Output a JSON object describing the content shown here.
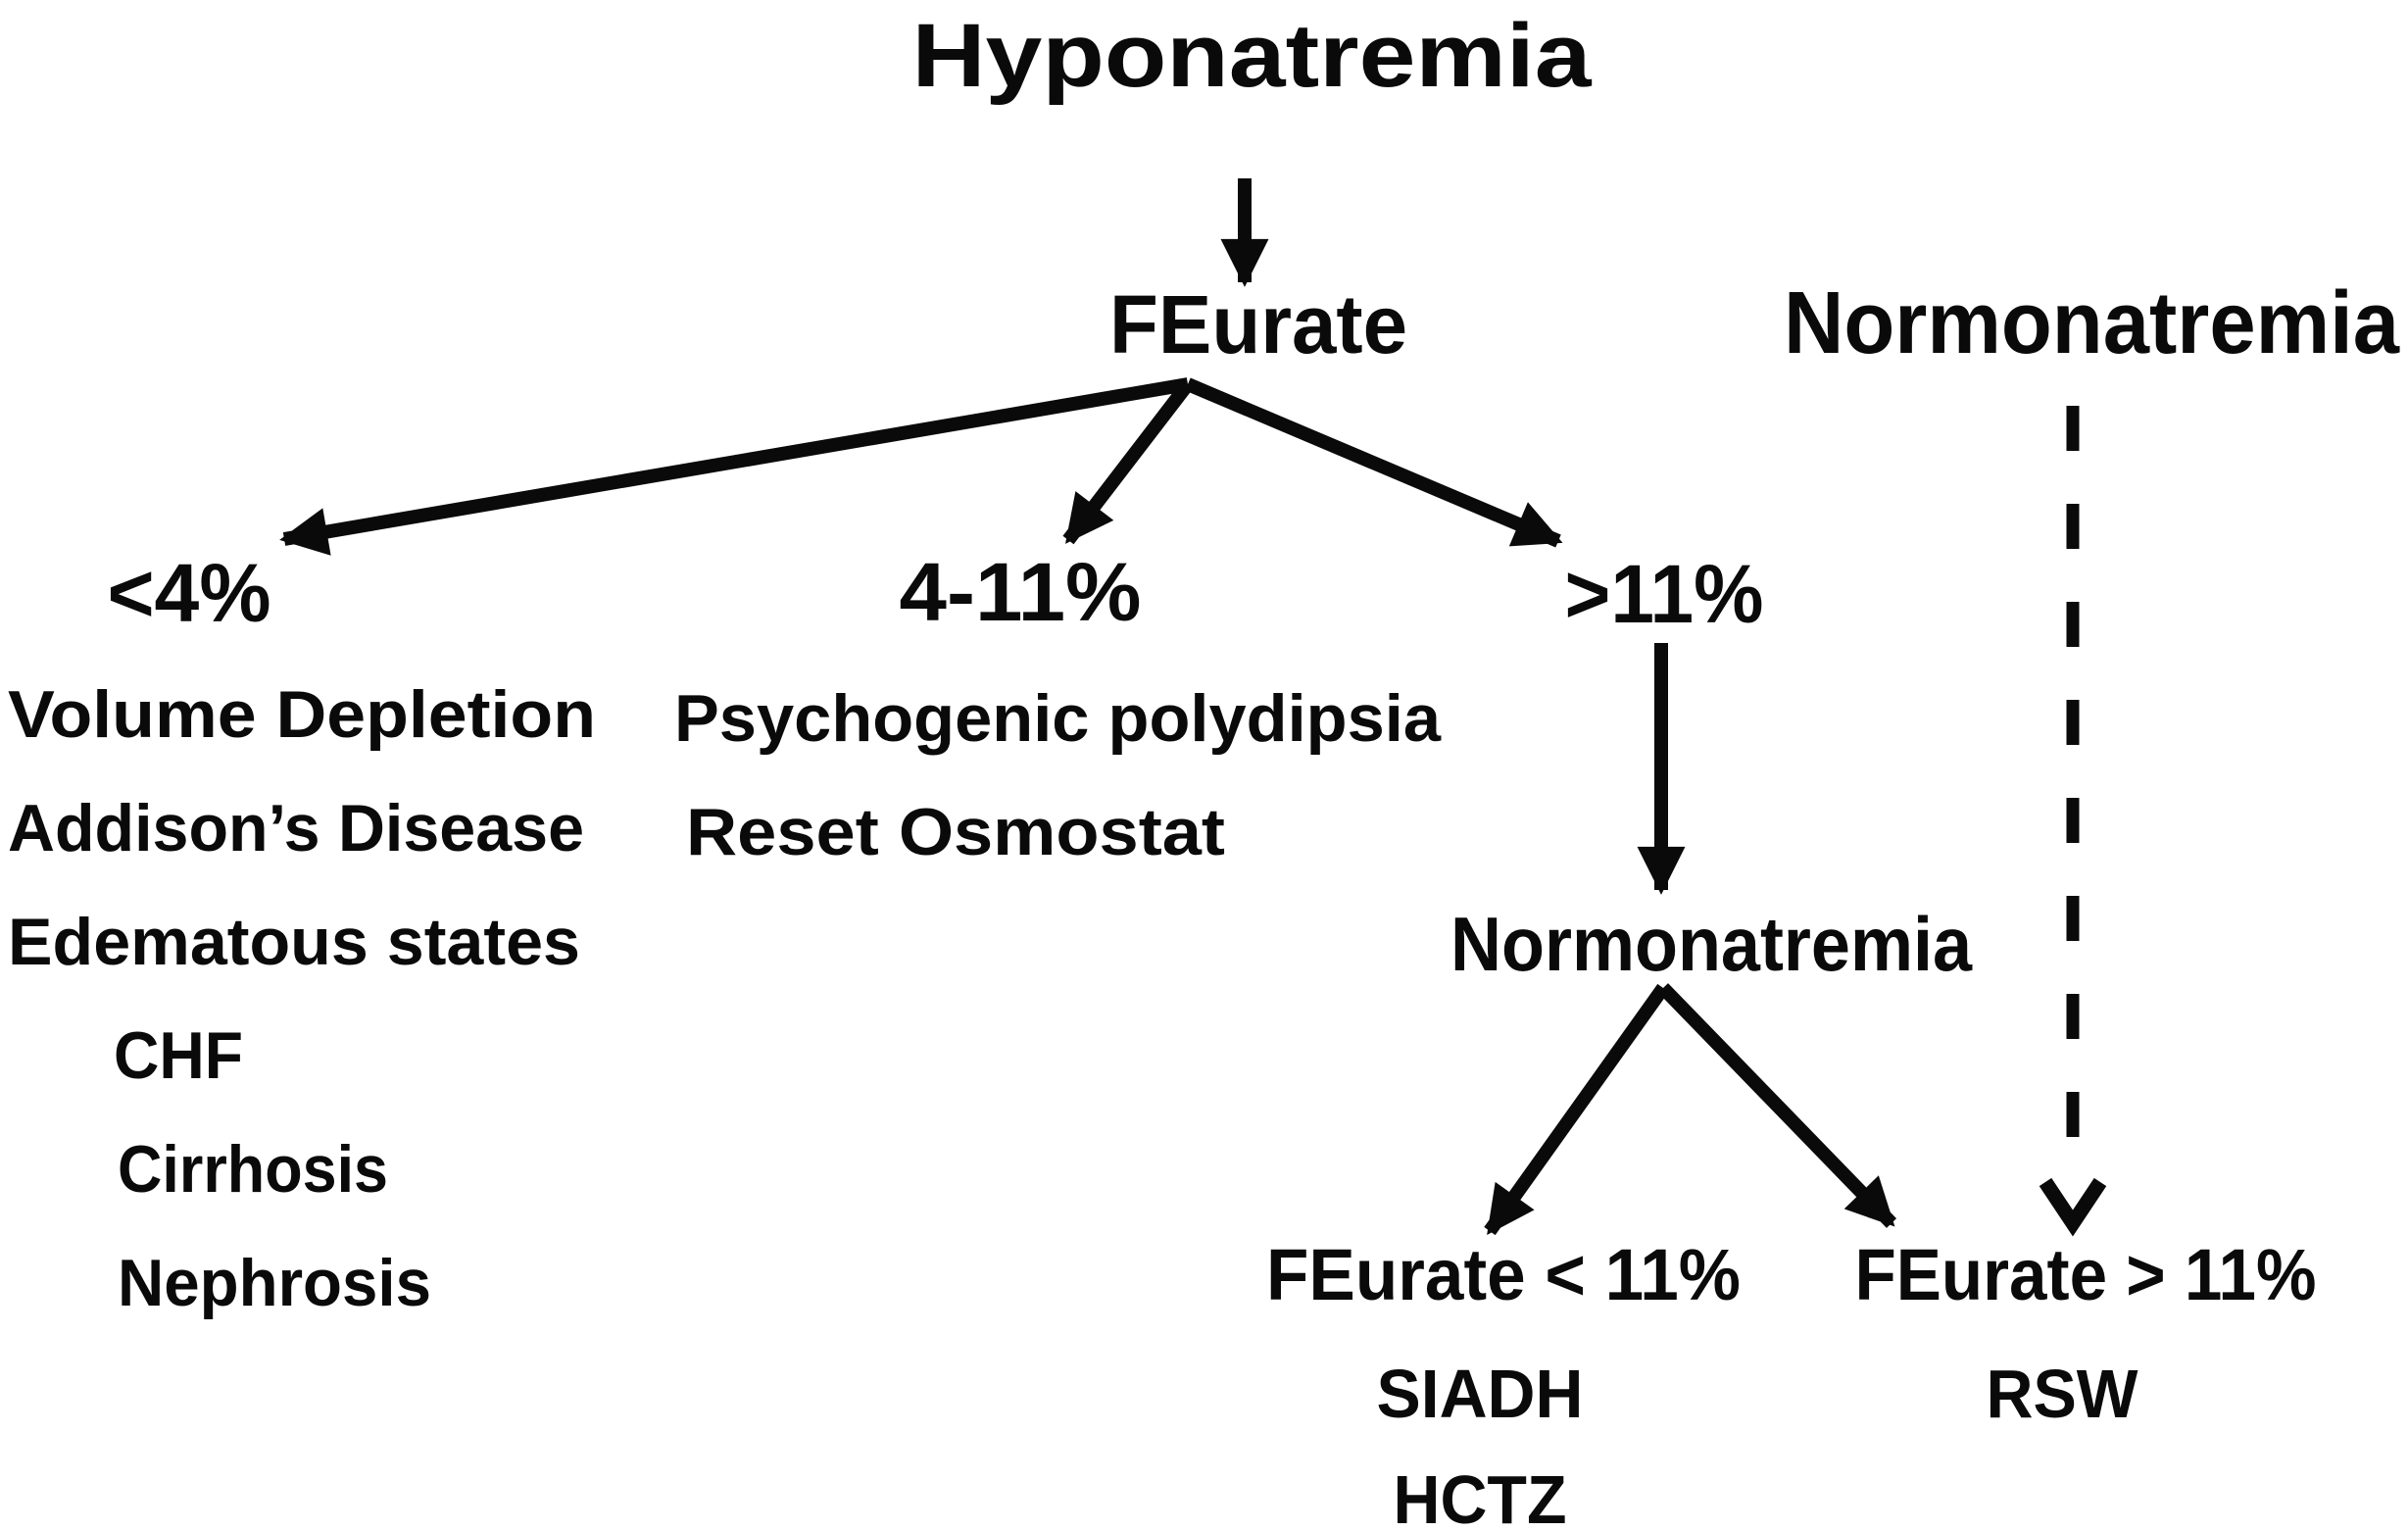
{
  "figure": {
    "title": "Hyponatremia",
    "feurate": "FEurate",
    "normonatremia_top": "Normonatremia",
    "branch_low": {
      "label": "<4%",
      "causes": [
        "Volume Depletion",
        "Addison’s Disease",
        "Edematous states"
      ],
      "edematous_examples": [
        "CHF",
        "Cirrhosis",
        "Nephrosis"
      ]
    },
    "branch_mid": {
      "label": "4-11%",
      "causes": [
        "Psychogenic polydipsia",
        "Reset Osmostat"
      ]
    },
    "branch_high": {
      "label": ">11%",
      "node": "Normonatremia",
      "recheck_low": {
        "label": "FEurate < 11%",
        "causes": [
          "SIADH",
          "HCTZ"
        ]
      },
      "recheck_high": {
        "label": "FEurate > 11%",
        "causes": [
          "RSW"
        ]
      }
    },
    "colors": {
      "ink": "#0a0a0a",
      "background": "#ffffff"
    }
  }
}
